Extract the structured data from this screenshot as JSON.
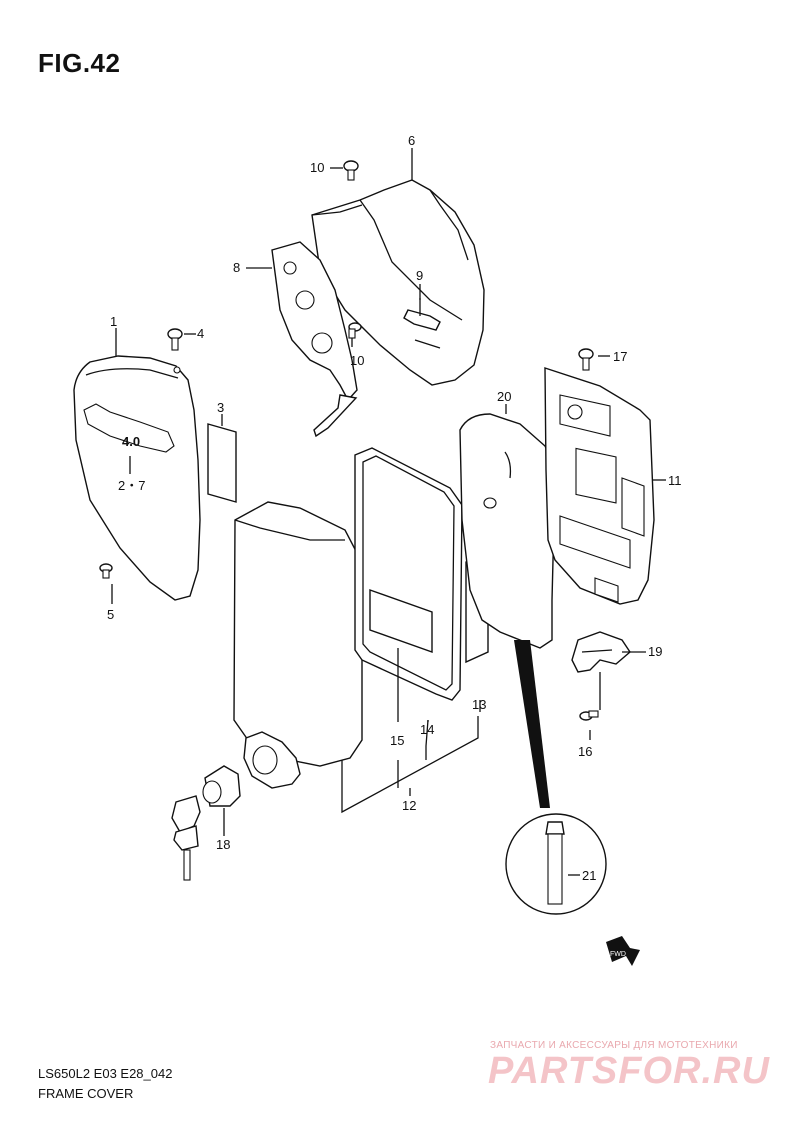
{
  "figure": {
    "title": "FIG.42"
  },
  "callouts": {
    "c1": "1",
    "c2_7": "2・7",
    "c3": "3",
    "c4": "4",
    "c5": "5",
    "c6": "6",
    "c8": "8",
    "c9": "9",
    "c10_top": "10",
    "c10_mid": "10",
    "c11": "11",
    "c12": "12",
    "c13": "13",
    "c14": "14",
    "c15": "15",
    "c16": "16",
    "c17": "17",
    "c18": "18",
    "c19": "19",
    "c20": "20",
    "c21": "21"
  },
  "badge": {
    "text": "4.0"
  },
  "fwd_arrow": {
    "label": "FWD"
  },
  "footer": {
    "model_code": "LS650L2 E03 E28_042",
    "section_name": "FRAME COVER"
  },
  "watermark": {
    "tagline": "ЗАПЧАСТИ И АКСЕССУАРЫ ДЛЯ МОТОТЕХНИКИ",
    "brand": "PARTSFOR.RU"
  }
}
